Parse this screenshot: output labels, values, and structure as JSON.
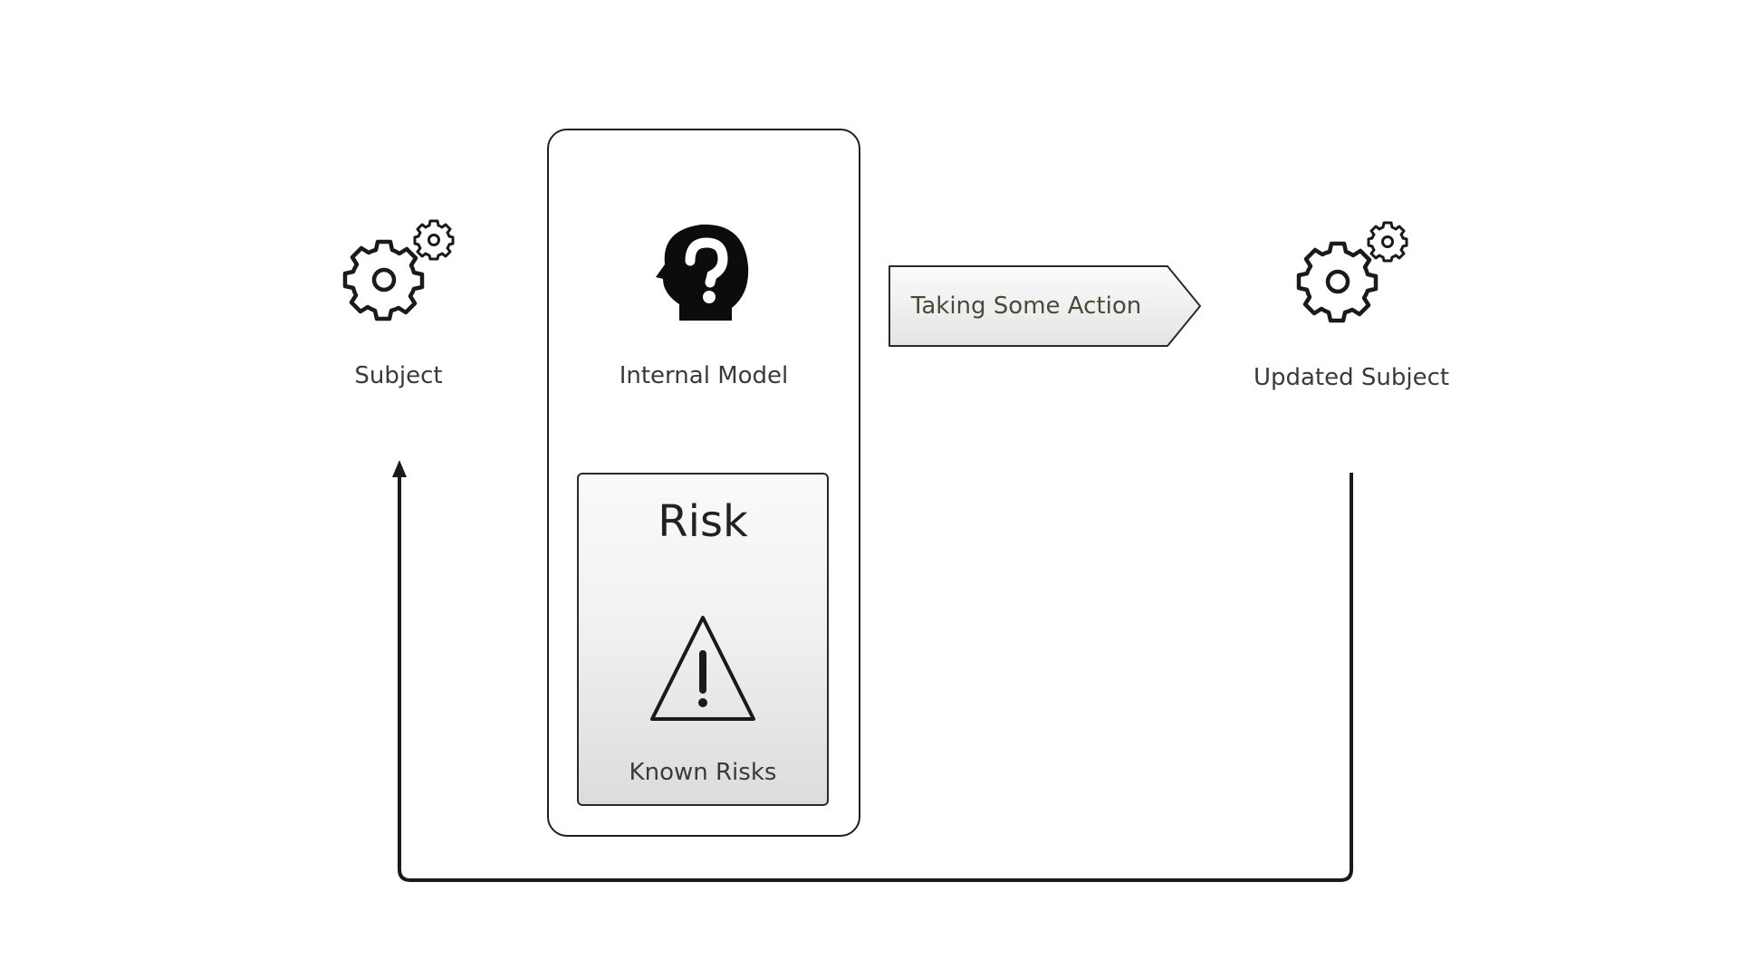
{
  "nodes": {
    "subject": {
      "label": "Subject",
      "icon": "gears-icon"
    },
    "internal_model": {
      "label": "Internal Model",
      "icon": "head-question-icon"
    },
    "updated_subject": {
      "label": "Updated Subject",
      "icon": "gears-icon"
    }
  },
  "risk": {
    "title": "Risk",
    "icon": "warning-triangle-icon",
    "caption": "Known Risks"
  },
  "action": {
    "label": "Taking Some Action"
  },
  "colors": {
    "stroke": "#1a1a1a",
    "text": "#3a3a3a",
    "risk_gradient_top": "#fafafa",
    "risk_gradient_bottom": "#dcdcdc",
    "action_fill_top": "#fbfbfb",
    "action_fill_bottom": "#e4e4e4"
  }
}
